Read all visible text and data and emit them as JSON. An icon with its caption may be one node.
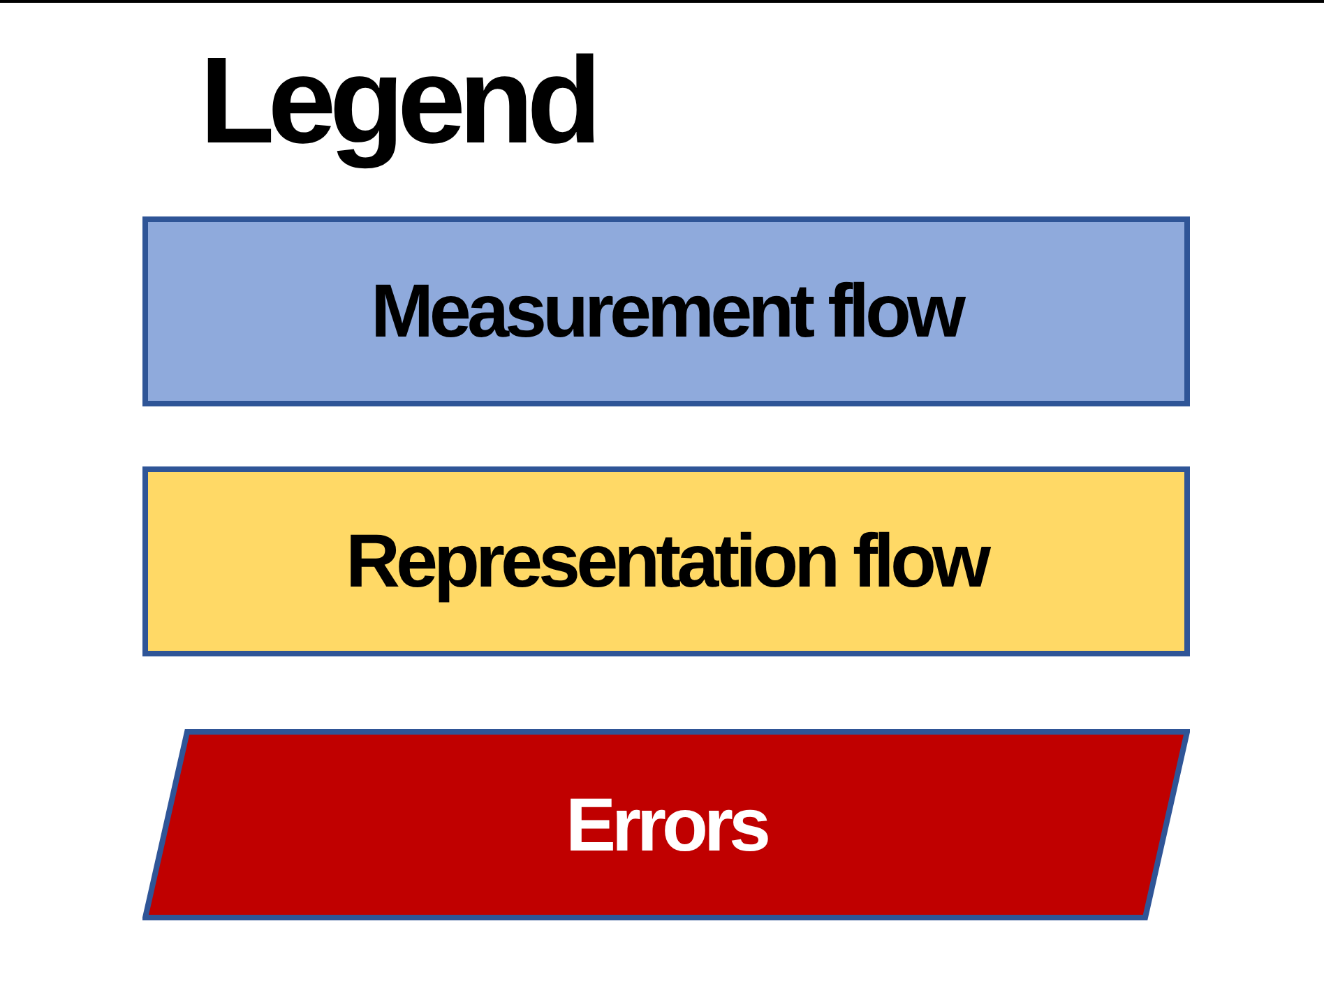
{
  "diagram": {
    "title": "Legend",
    "nodes": [
      {
        "text": [
          "Measurement flow"
        ]
      },
      {
        "text": [
          "Representation flow"
        ]
      },
      {
        "text": [
          "Errors"
        ]
      }
    ]
  }
}
